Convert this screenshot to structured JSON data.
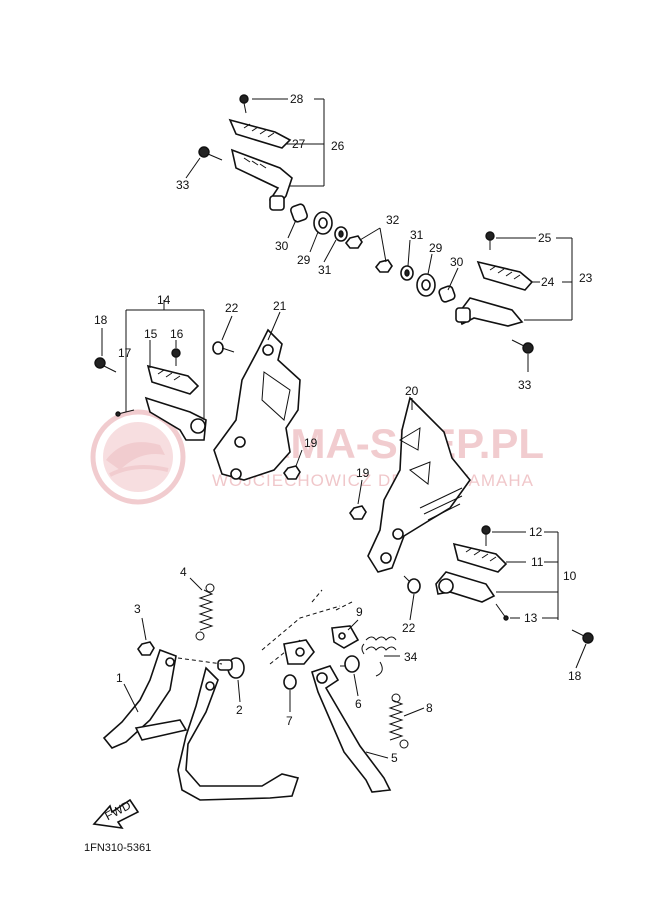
{
  "diagram_code": "1FN310-5361",
  "watermark": {
    "title": "YAMA-SHEP.PL",
    "subtitle": "WOJCIECHOWICZ DEALER YAMAHA"
  },
  "fwd_label": "FWD",
  "callouts": {
    "c1": "1",
    "c2": "2",
    "c3": "3",
    "c4": "4",
    "c5": "5",
    "c6": "6",
    "c7": "7",
    "c8": "8",
    "c9": "9",
    "c10": "10",
    "c11": "11",
    "c12": "12",
    "c13": "13",
    "c14": "14",
    "c15": "15",
    "c16": "16",
    "c17": "17",
    "c18a": "18",
    "c18b": "18",
    "c19a": "19",
    "c19b": "19",
    "c20": "20",
    "c21": "21",
    "c22a": "22",
    "c22b": "22",
    "c23": "23",
    "c24": "24",
    "c25": "25",
    "c26": "26",
    "c27": "27",
    "c28": "28",
    "c29a": "29",
    "c29b": "29",
    "c30a": "30",
    "c30b": "30",
    "c31a": "31",
    "c31b": "31",
    "c32": "32",
    "c33a": "33",
    "c33b": "33",
    "c34": "34"
  },
  "colors": {
    "ink": "#111111",
    "watermark": "#e7a3a8"
  }
}
